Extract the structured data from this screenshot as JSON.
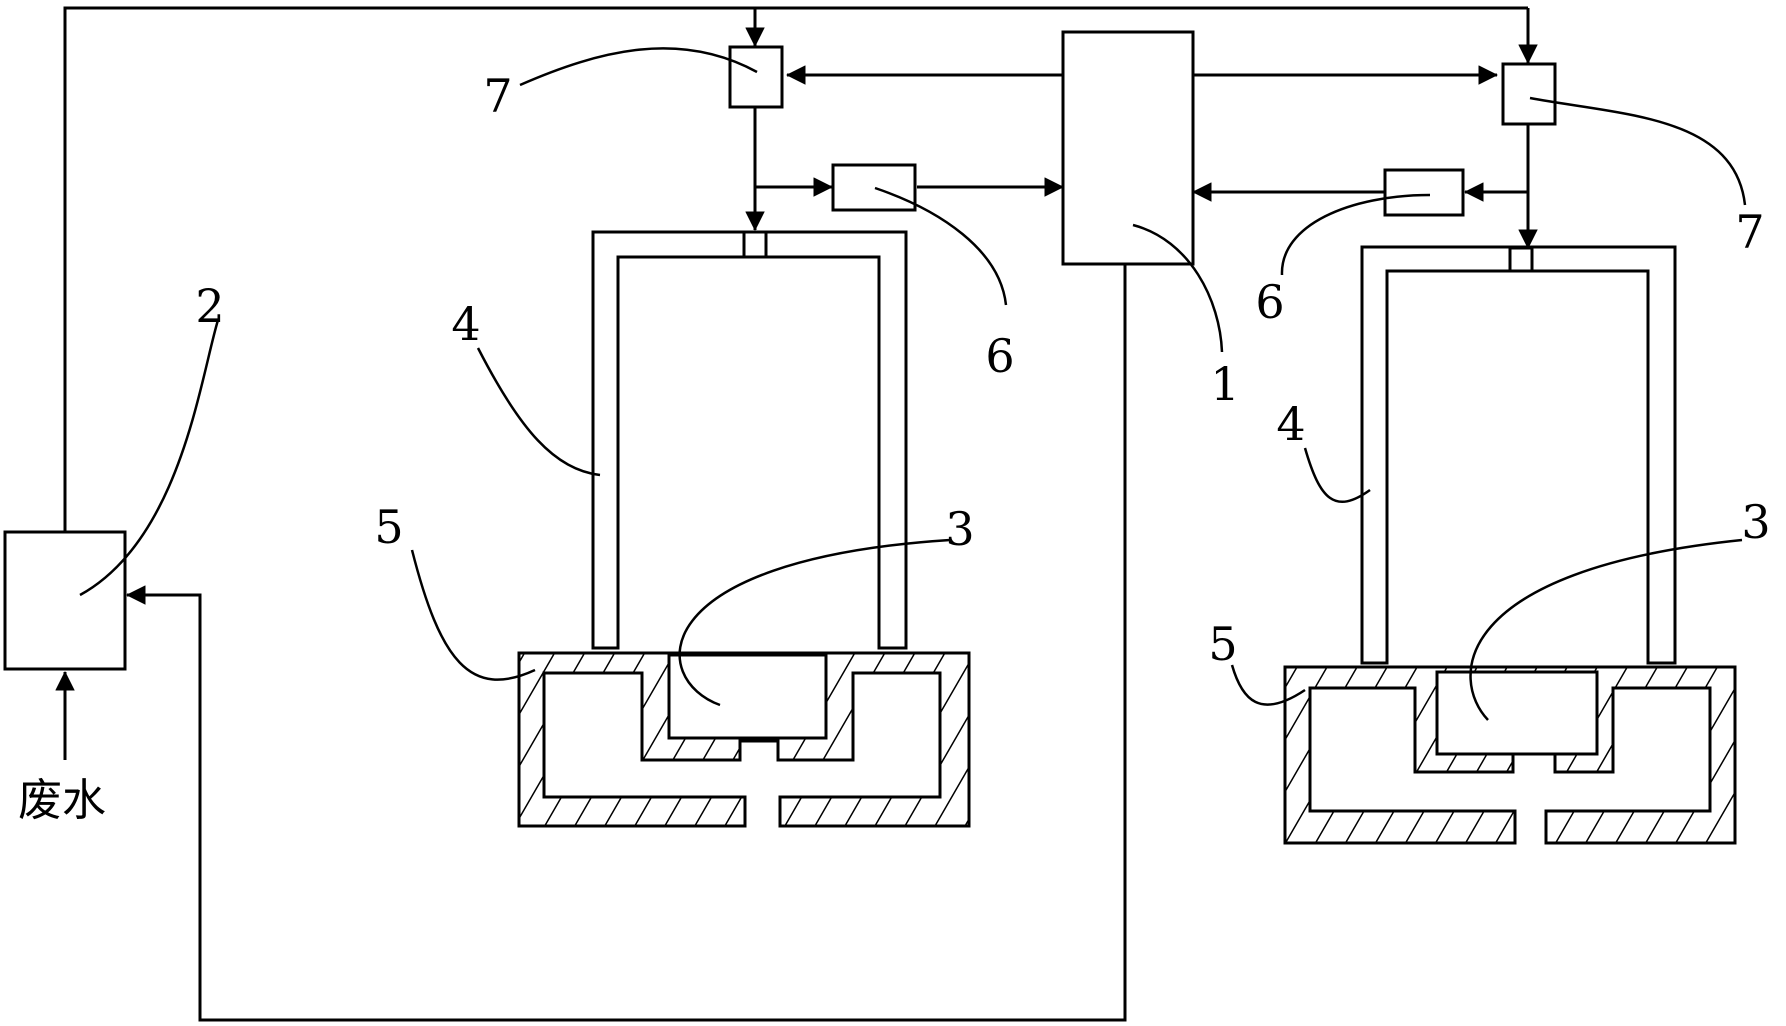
{
  "figure": {
    "labels": {
      "controller": "1",
      "pretreatment_tank": "2",
      "sensor_left": "3",
      "sensor_right": "3",
      "pipe_left": "4",
      "pipe_right": "4",
      "base_left": "5",
      "base_right": "5",
      "detector_left": "6",
      "detector_right": "6",
      "valve_left": "7",
      "valve_right": "7"
    },
    "inlet_text": "废水"
  }
}
